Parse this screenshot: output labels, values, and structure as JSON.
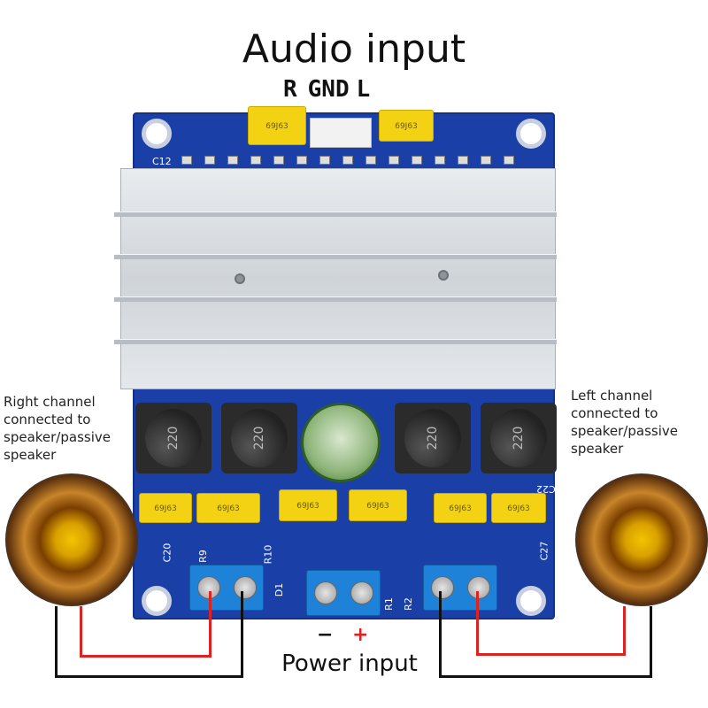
{
  "header": {
    "title": "Audio input",
    "pins": [
      "R",
      "GND",
      "L"
    ]
  },
  "board": {
    "silkscreen": {
      "c12": "C12",
      "c20": "C20",
      "r9": "R9",
      "r10": "R10",
      "d1": "D1",
      "r1": "R1",
      "r2": "R2",
      "c22": "C22",
      "c27": "C27"
    },
    "capacitor_labels": [
      "69J63",
      "69J63",
      "69J63",
      "69J63",
      "69J63",
      "69J63",
      "69J63",
      "69J63"
    ],
    "inductor_value": "220"
  },
  "left_label": {
    "lines": [
      "Right channel",
      "connected to",
      "speaker/passive",
      "speaker"
    ]
  },
  "right_label": {
    "lines": [
      "Left channel",
      "connected to",
      "speaker/passive",
      "speaker"
    ]
  },
  "power": {
    "minus": "−",
    "plus": "+",
    "label": "Power input"
  },
  "colors": {
    "board": "#1a3fa6",
    "terminal": "#1e82d8",
    "capacitor": "#f3d214",
    "wire_red": "#dd2222",
    "wire_black": "#111111"
  }
}
